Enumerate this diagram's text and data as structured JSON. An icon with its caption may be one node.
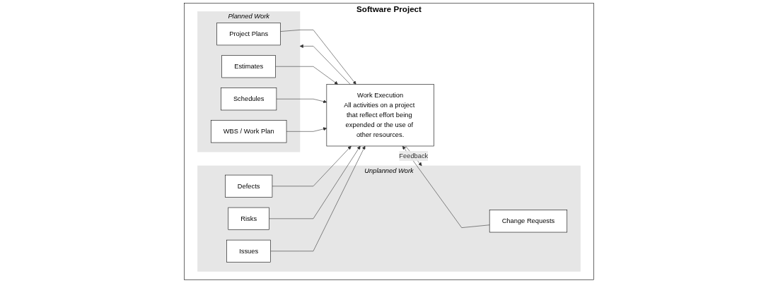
{
  "diagram": {
    "nodes": [
      {
        "text": [
          "Software Project"
        ]
      },
      {
        "text": [
          "Unplanned Work"
        ],
        "in": 0
      },
      {
        "text": [
          "Change Requests"
        ],
        "in": 1
      },
      {
        "text": [
          "Defects"
        ],
        "in": 1
      },
      {
        "text": [
          "Risks"
        ],
        "in": 1
      },
      {
        "text": [
          "Issues"
        ],
        "in": 1
      },
      {
        "text": [
          "Planned Work"
        ],
        "in": 0
      },
      {
        "text": [
          "Project Plans"
        ],
        "in": 6
      },
      {
        "text": [
          "Estimates"
        ],
        "in": 6
      },
      {
        "text": [
          "Schedules"
        ],
        "in": 6
      },
      {
        "text": [
          "WBS / Work Plan"
        ],
        "in": 6
      },
      {
        "text": [
          "Work Execution",
          "All activities on a project that reflect effort being expended or the use of other resources."
        ],
        "in": 0
      }
    ],
    "edges": [
      {
        "from": 2,
        "to": 11,
        "arrow": "to"
      },
      {
        "from": 3,
        "to": 11,
        "arrow": "to"
      },
      {
        "from": 4,
        "to": 11,
        "arrow": "to"
      },
      {
        "from": 5,
        "to": 11,
        "arrow": "to"
      },
      {
        "from": 7,
        "to": 11,
        "arrow": "to"
      },
      {
        "from": 8,
        "to": 11,
        "arrow": "to"
      },
      {
        "from": 9,
        "to": 11,
        "arrow": "to"
      },
      {
        "from": 10,
        "to": 11,
        "arrow": "to"
      },
      {
        "from": 11,
        "to": 1,
        "arrow": "to",
        "label": "Feedback"
      },
      {
        "from": 11,
        "to": 6,
        "arrow": "to"
      }
    ]
  }
}
